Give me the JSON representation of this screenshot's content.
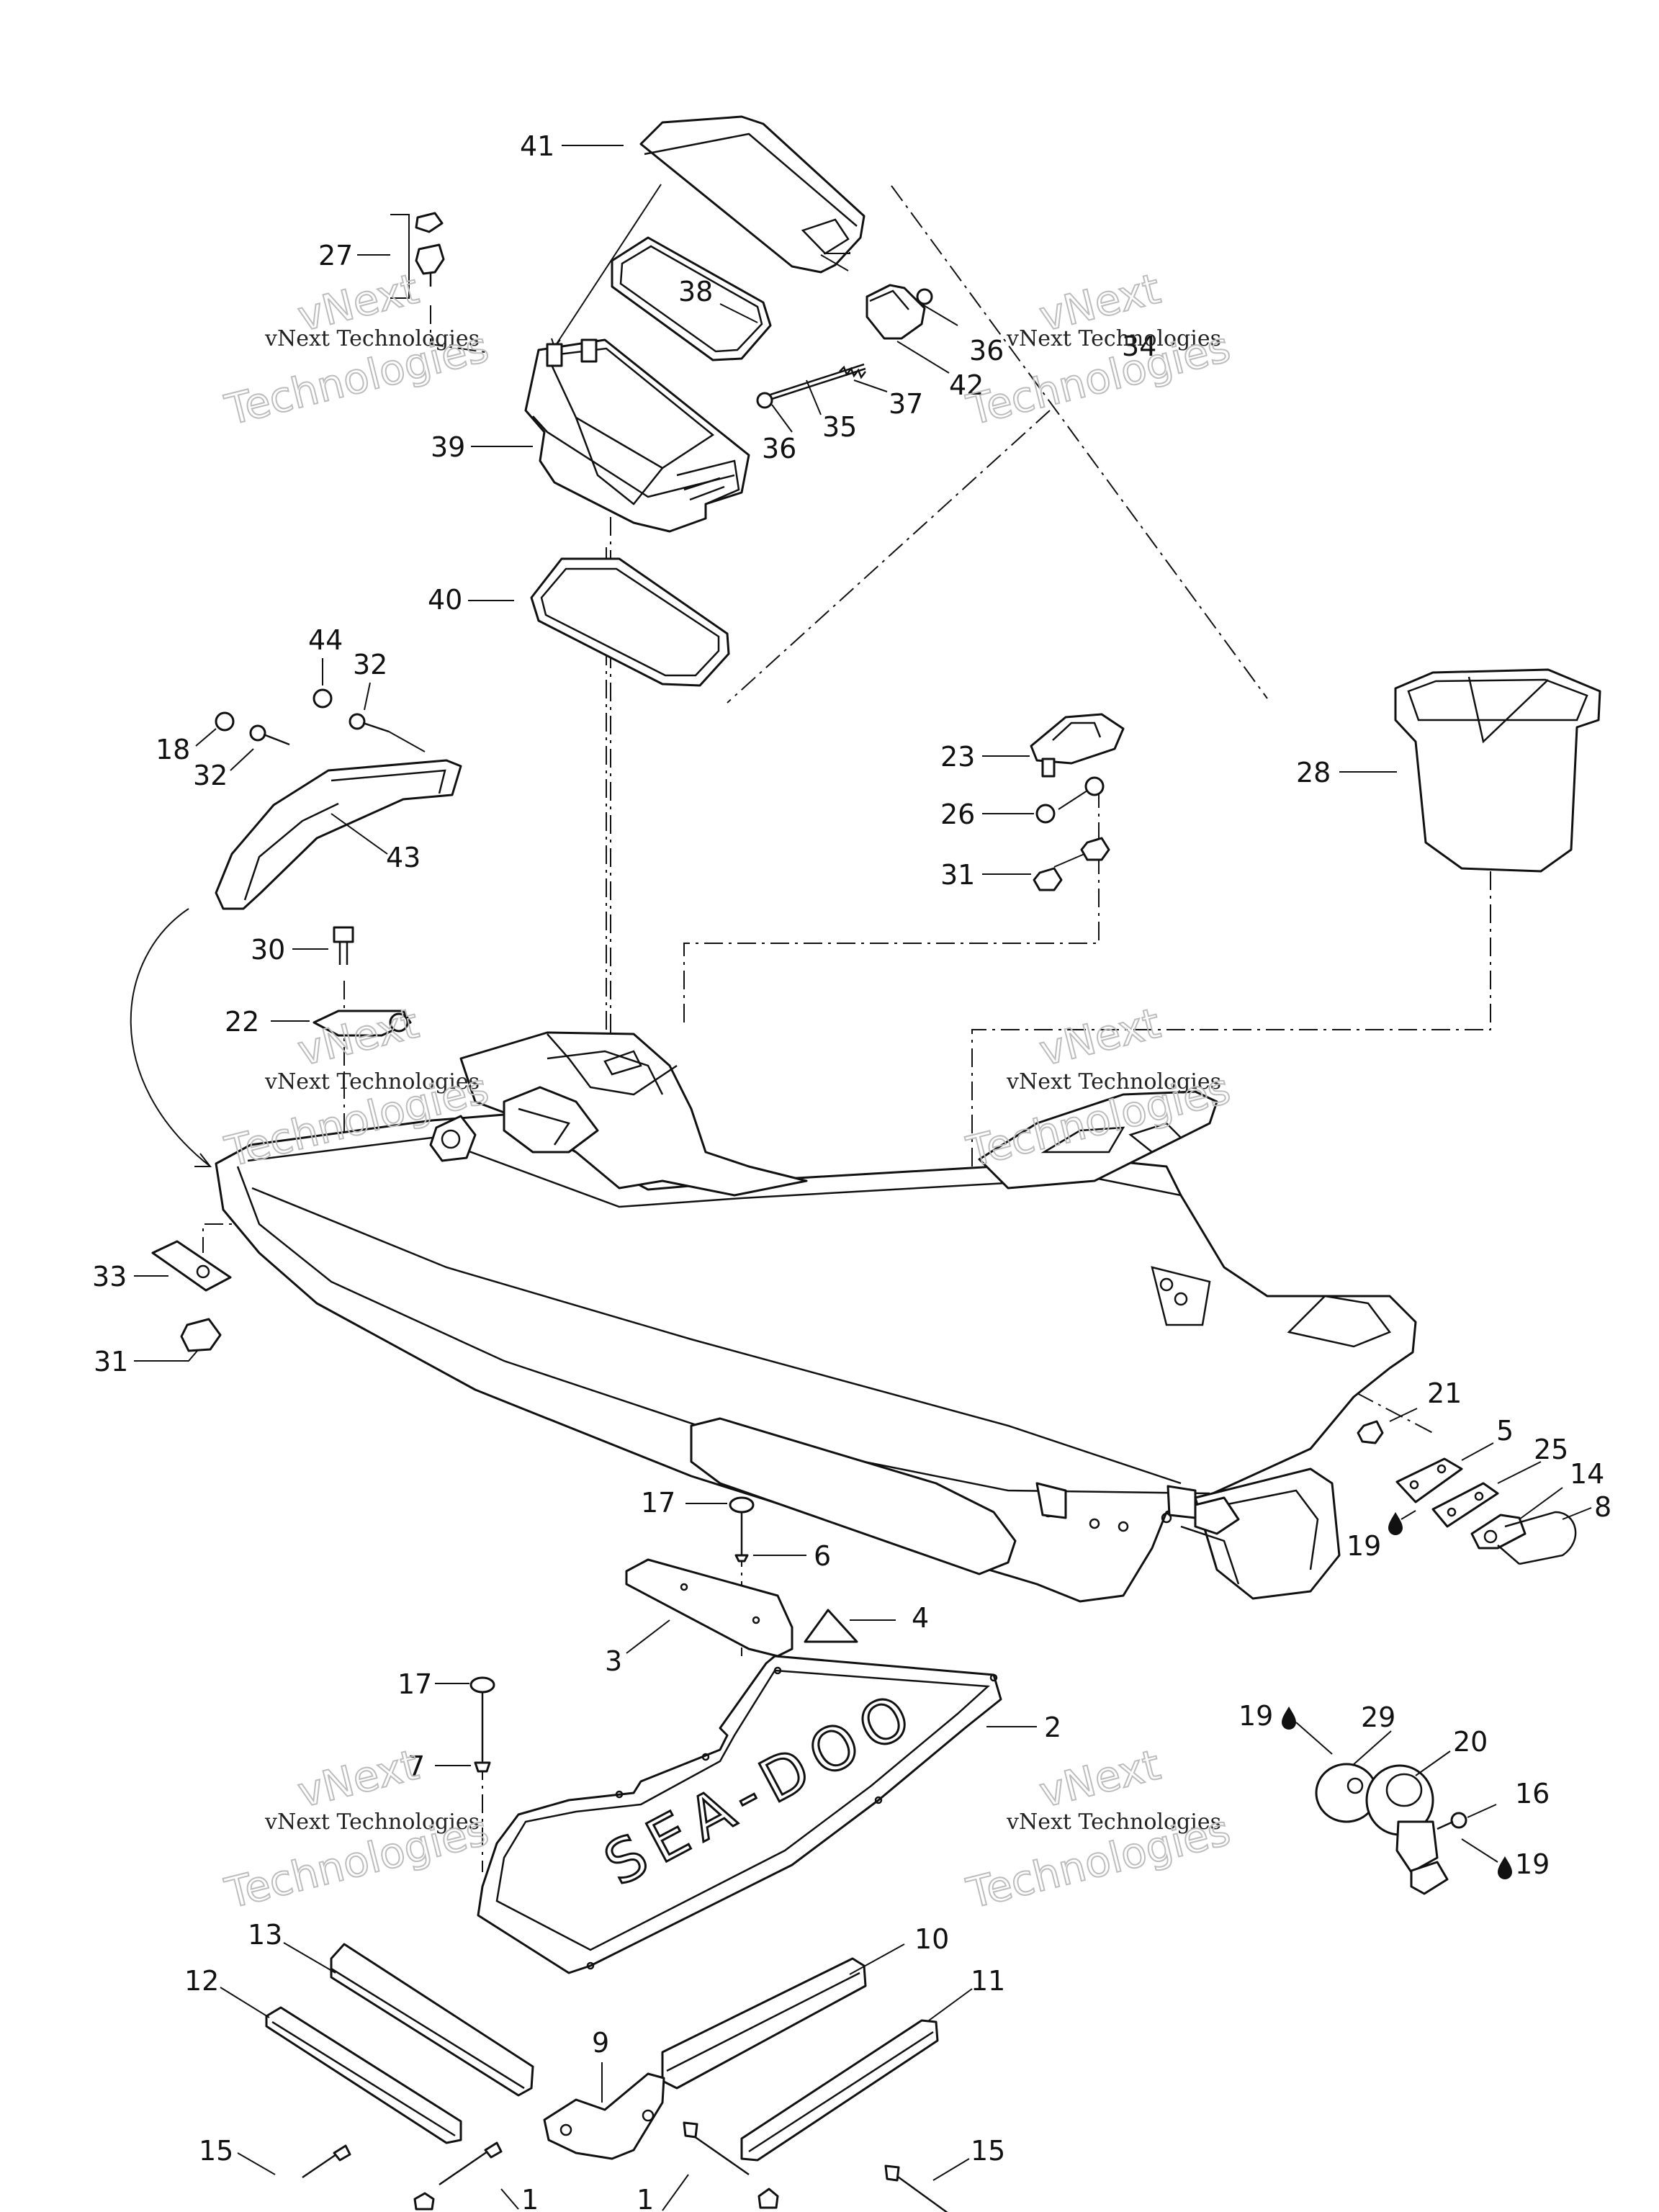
{
  "watermark": {
    "line1": "vNext Technologies",
    "line2": "vNext",
    "line3": "Technologies"
  },
  "colors": {
    "line": "#111111",
    "background": "#ffffff",
    "watermark": "#bdbdbd"
  },
  "callouts": {
    "c1a": "1",
    "c1b": "1",
    "c2": "2",
    "c3": "3",
    "c4": "4",
    "c5": "5",
    "c6": "6",
    "c7": "7",
    "c8": "8",
    "c9": "9",
    "c10": "10",
    "c11": "11",
    "c12": "12",
    "c13": "13",
    "c14": "14",
    "c15a": "15",
    "c15b": "15",
    "c16": "16",
    "c17a": "17",
    "c17b": "17",
    "c18": "18",
    "c19a": "19",
    "c19b": "19",
    "c19c": "19",
    "c20": "20",
    "c21": "21",
    "c22": "22",
    "c23": "23",
    "c25": "25",
    "c26": "26",
    "c27": "27",
    "c28": "28",
    "c29": "29",
    "c30": "30",
    "c31a": "31",
    "c31b": "31",
    "c32a": "32",
    "c32b": "32",
    "c33": "33",
    "c34": "34",
    "c35": "35",
    "c36a": "36",
    "c36b": "36",
    "c37": "37",
    "c38": "38",
    "c39": "39",
    "c40": "40",
    "c41": "41",
    "c42": "42",
    "c43": "43",
    "c44": "44"
  },
  "deck_mat_text": "SEA-DOO",
  "icons": [
    "drop-icon"
  ]
}
